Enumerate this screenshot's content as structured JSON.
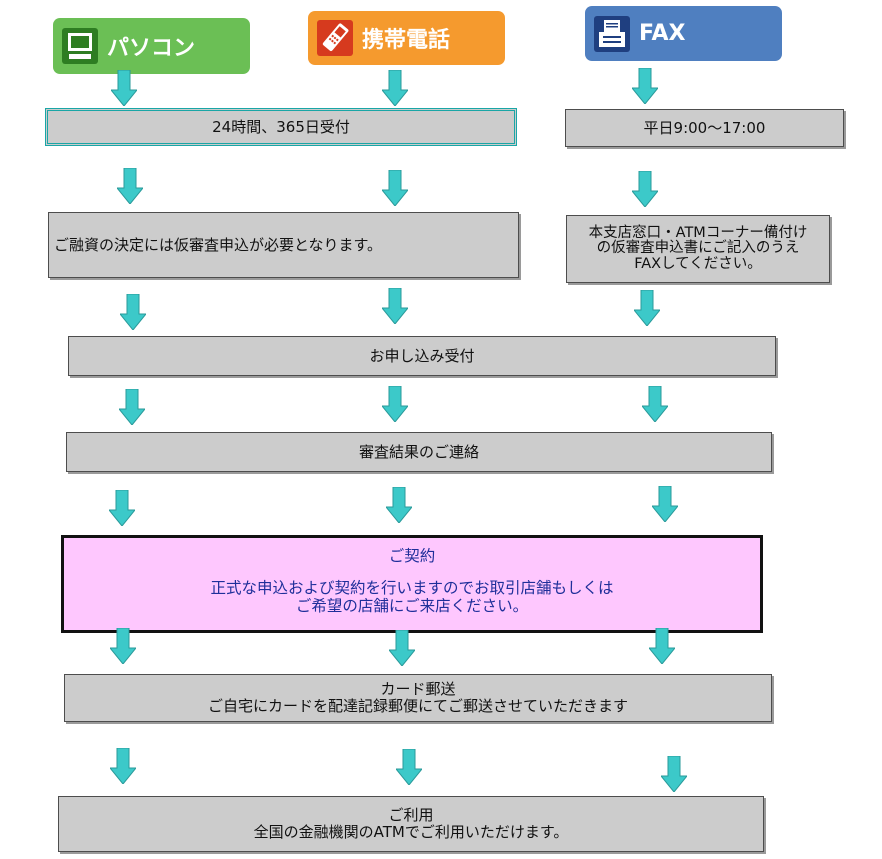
{
  "channels": [
    {
      "label": "パソコン",
      "icon": "computer-icon",
      "color": "#6bbf55"
    },
    {
      "label": "携帯電話",
      "icon": "mobile-phone-icon",
      "color": "#f59a2e"
    },
    {
      "label": "FAX",
      "icon": "fax-icon",
      "color": "#4f7fc0"
    }
  ],
  "steps": {
    "reception_24h": "24時間、365日受付",
    "reception_weekday": "平日9:00～17:00",
    "loan_note": "ご融資の決定には仮審査申込が必要となります。",
    "fax_note_line1": "本支店窓口・ATMコーナー備付け",
    "fax_note_line2": "の仮審査申込書にご記入のうえ",
    "fax_note_line3": "FAXしてください。",
    "application_received": "お申し込み受付",
    "screening_result": "審査結果のご連絡",
    "contract_title": "ご契約",
    "contract_line1": "正式な申込および契約を行いますのでお取引店舗もしくは",
    "contract_line2": "ご希望の店舗にご来店ください。",
    "card_title": "カード郵送",
    "card_desc": "ご自宅にカードを配達記録郵便にてご郵送させていただきます",
    "use_title": "ご利用",
    "use_desc": "全国の金融機関のATMでご利用いただけます。"
  },
  "colors": {
    "arrow": "#3cc9c9",
    "box": "#cccccc",
    "contract_bg": "#fec7fe",
    "contract_text": "#1f2f9a"
  }
}
